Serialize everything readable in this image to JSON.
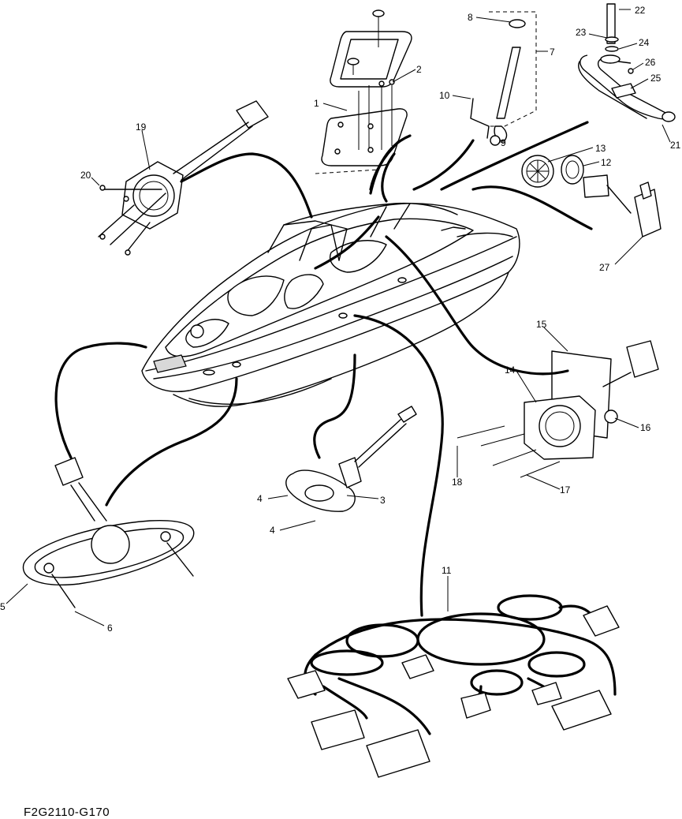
{
  "figure_code": "F2G2110-G170",
  "callouts": [
    {
      "id": "c1",
      "text": "1"
    },
    {
      "id": "c2",
      "text": "2"
    },
    {
      "id": "c3",
      "text": "3"
    },
    {
      "id": "c4a",
      "text": "4"
    },
    {
      "id": "c4b",
      "text": "4"
    },
    {
      "id": "c5",
      "text": "5"
    },
    {
      "id": "c6",
      "text": "6"
    },
    {
      "id": "c7",
      "text": "7"
    },
    {
      "id": "c8",
      "text": "8"
    },
    {
      "id": "c9",
      "text": "9"
    },
    {
      "id": "c10",
      "text": "10"
    },
    {
      "id": "c11",
      "text": "11"
    },
    {
      "id": "c12",
      "text": "12"
    },
    {
      "id": "c13",
      "text": "13"
    },
    {
      "id": "c14",
      "text": "14"
    },
    {
      "id": "c15",
      "text": "15"
    },
    {
      "id": "c16",
      "text": "16"
    },
    {
      "id": "c17",
      "text": "17"
    },
    {
      "id": "c18",
      "text": "18"
    },
    {
      "id": "c19",
      "text": "19"
    },
    {
      "id": "c20",
      "text": "20"
    },
    {
      "id": "c21",
      "text": "21"
    },
    {
      "id": "c22",
      "text": "22"
    },
    {
      "id": "c23",
      "text": "23"
    },
    {
      "id": "c24",
      "text": "24"
    },
    {
      "id": "c25",
      "text": "25"
    },
    {
      "id": "c26",
      "text": "26"
    },
    {
      "id": "c27",
      "text": "27"
    }
  ]
}
